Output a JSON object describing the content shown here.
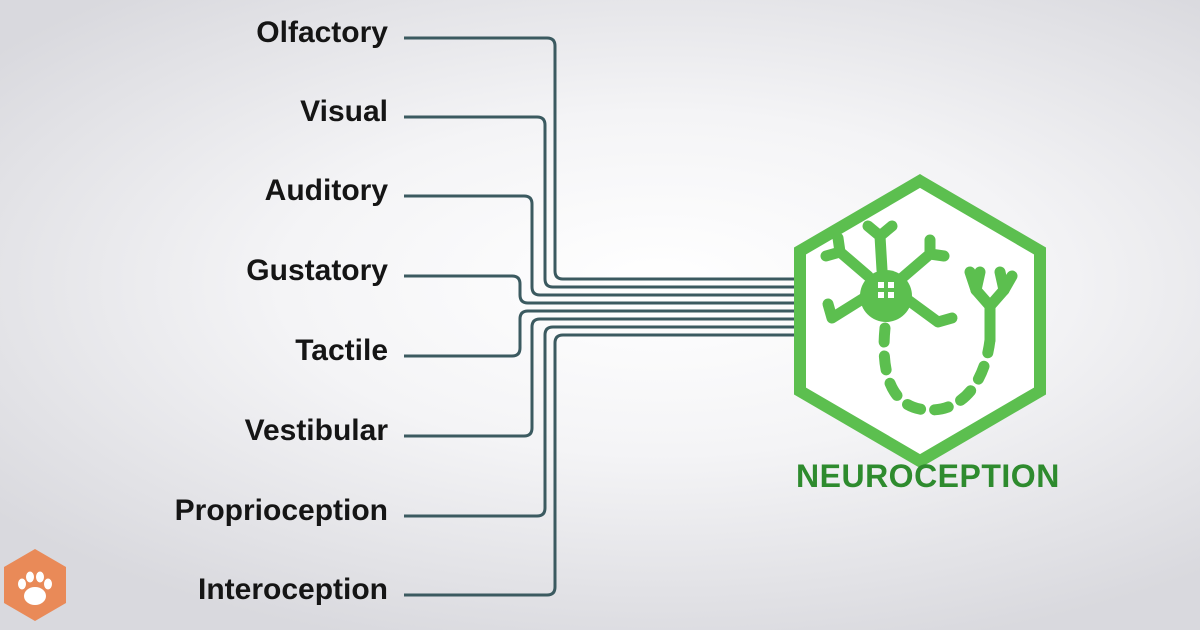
{
  "senses": [
    {
      "label": "Olfactory"
    },
    {
      "label": "Visual"
    },
    {
      "label": "Auditory"
    },
    {
      "label": "Gustatory"
    },
    {
      "label": "Tactile"
    },
    {
      "label": "Vestibular"
    },
    {
      "label": "Proprioception"
    },
    {
      "label": "Interoception"
    }
  ],
  "title": "NEUROCEPTION",
  "colors": {
    "line": "#3b5a60",
    "accent_green": "#5cbf4f",
    "title_green": "#2e8b2e",
    "logo_orange": "#e98a58"
  },
  "icons": {
    "center": "neuron-icon",
    "corner_logo": "paw-print-icon"
  }
}
